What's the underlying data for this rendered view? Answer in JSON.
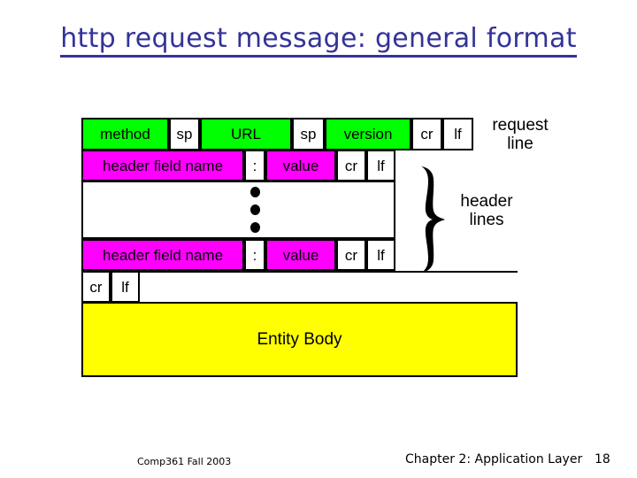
{
  "slide": {
    "title": "http request message: general format"
  },
  "diagram": {
    "rows": {
      "request_line": [
        {
          "label": "method",
          "fill": "green"
        },
        {
          "label": "sp",
          "fill": "white"
        },
        {
          "label": "URL",
          "fill": "green"
        },
        {
          "label": "sp",
          "fill": "white"
        },
        {
          "label": "version",
          "fill": "green"
        },
        {
          "label": "cr",
          "fill": "white"
        },
        {
          "label": "lf",
          "fill": "white"
        }
      ],
      "header_line_first": [
        {
          "label": "header field name",
          "fill": "magenta"
        },
        {
          "label": ":",
          "fill": "white"
        },
        {
          "label": "value",
          "fill": "magenta"
        },
        {
          "label": "cr",
          "fill": "white"
        },
        {
          "label": "lf",
          "fill": "white"
        }
      ],
      "ellipsis_row": {
        "label": "",
        "fill": "white",
        "dots": 3
      },
      "header_line_last": [
        {
          "label": "header field name",
          "fill": "magenta"
        },
        {
          "label": ":",
          "fill": "white"
        },
        {
          "label": "value",
          "fill": "magenta"
        },
        {
          "label": "cr",
          "fill": "white"
        },
        {
          "label": "lf",
          "fill": "white"
        }
      ],
      "blank_line": [
        {
          "label": "cr",
          "fill": "white"
        },
        {
          "label": "lf",
          "fill": "white"
        },
        {
          "label": "",
          "fill": "white"
        }
      ],
      "entity_body": [
        {
          "label": "Entity Body",
          "fill": "yellow"
        }
      ]
    },
    "annotations": {
      "request_line_label": "request\nline",
      "request_line_label_l1": "request",
      "request_line_label_l2": "line",
      "header_lines_label_l1": "header",
      "header_lines_label_l2": "lines",
      "brace": "right-curly-brace"
    },
    "colors": {
      "green": "#00ff00",
      "magenta": "#ff00ff",
      "yellow": "#ffff00",
      "white": "#ffffff",
      "border": "#000000",
      "title": "#333399"
    }
  },
  "footer": {
    "course": "Comp361   Fall 2003",
    "chapter": "Chapter 2: Application Layer",
    "page_number": "18"
  }
}
